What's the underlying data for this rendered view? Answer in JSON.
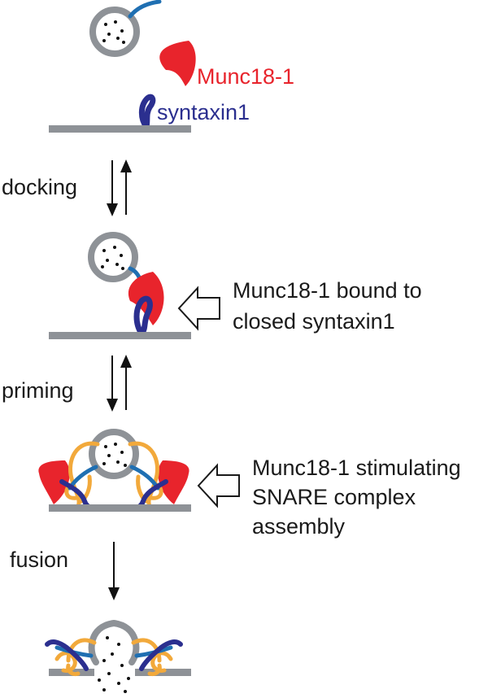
{
  "labels": {
    "munc18": "Munc18-1",
    "syntaxin": "syntaxin1",
    "docking": "docking",
    "priming": "priming",
    "fusion": "fusion",
    "note1_line1": "Munc18-1 bound to",
    "note1_line2": "closed syntaxin1",
    "note2_line1": "Munc18-1 stimulating",
    "note2_line2": "SNARE complex",
    "note2_line3": "assembly"
  },
  "colors": {
    "membrane": "#8e9297",
    "munc18": "#e8242c",
    "syntaxin": "#2b2f8f",
    "synaptobrevin": "#1f6fb2",
    "snap25": "#f2a93b",
    "text": "#1a1a1a"
  }
}
